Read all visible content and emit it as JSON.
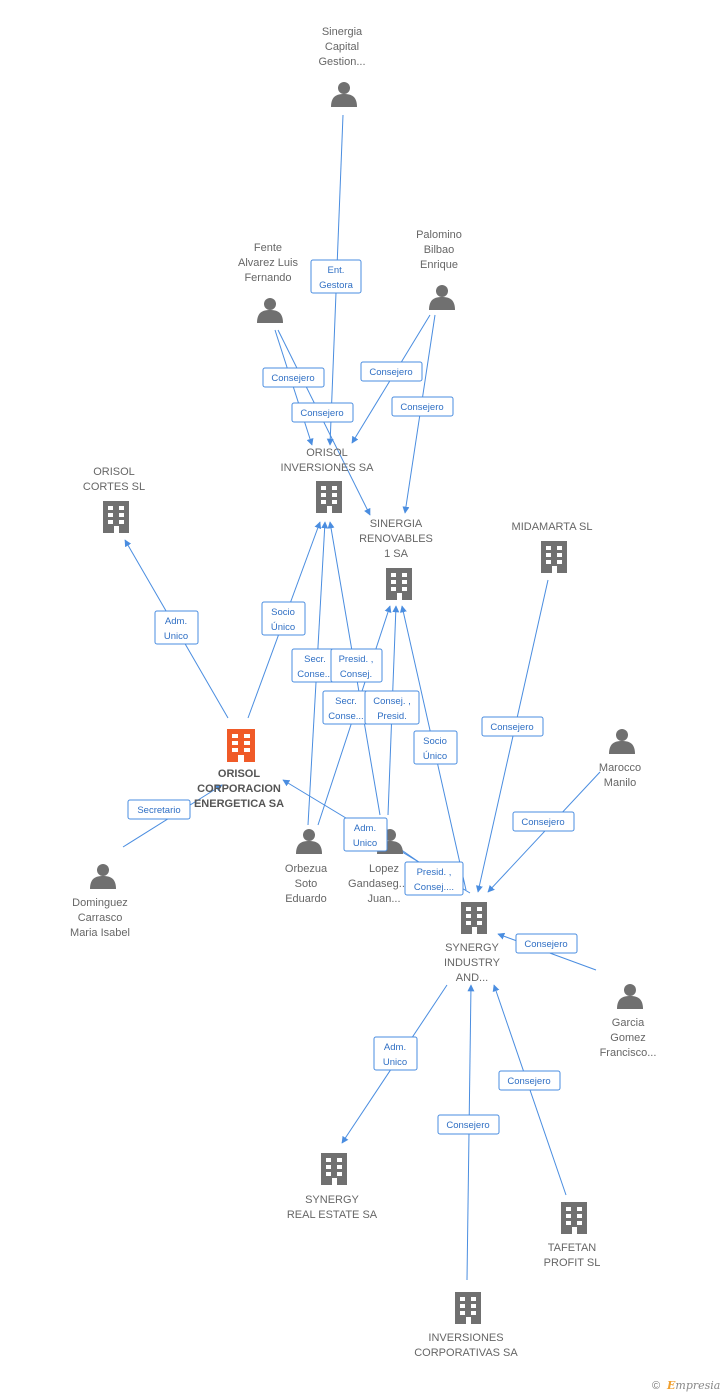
{
  "nodes": [
    {
      "id": "sinergia_capital",
      "type": "person",
      "lines": [
        "Sinergia",
        "Capital",
        "Gestion..."
      ]
    },
    {
      "id": "fente",
      "type": "person",
      "lines": [
        "Fente",
        "Alvarez Luis",
        "Fernando"
      ]
    },
    {
      "id": "palomino",
      "type": "person",
      "lines": [
        "Palomino",
        "Bilbao",
        "Enrique"
      ]
    },
    {
      "id": "orisol_inversiones",
      "type": "company",
      "lines": [
        "ORISOL",
        "INVERSIONES SA"
      ]
    },
    {
      "id": "orisol_cortes",
      "type": "company",
      "lines": [
        "ORISOL",
        "CORTES SL"
      ]
    },
    {
      "id": "sinergia_renovables",
      "type": "company",
      "lines": [
        "SINERGIA",
        "RENOVABLES",
        "1 SA"
      ]
    },
    {
      "id": "midamarta",
      "type": "company",
      "lines": [
        "MIDAMARTA SL"
      ]
    },
    {
      "id": "orisol_corporacion",
      "type": "company_main",
      "lines": [
        "ORISOL",
        "CORPORACION",
        "ENERGETICA SA"
      ]
    },
    {
      "id": "marocco",
      "type": "person",
      "lines": [
        "Marocco",
        "Manilo"
      ]
    },
    {
      "id": "dominguez",
      "type": "person",
      "lines": [
        "Dominguez",
        "Carrasco",
        "Maria Isabel"
      ]
    },
    {
      "id": "orbezua",
      "type": "person",
      "lines": [
        "Orbezua",
        "Soto",
        "Eduardo"
      ]
    },
    {
      "id": "lopez",
      "type": "person",
      "lines": [
        "Lopez",
        "Gandaseg...",
        "Juan..."
      ]
    },
    {
      "id": "synergy_industry",
      "type": "company",
      "lines": [
        "SYNERGY",
        "INDUSTRY",
        "AND..."
      ]
    },
    {
      "id": "garcia",
      "type": "person",
      "lines": [
        "Garcia",
        "Gomez",
        "Francisco..."
      ]
    },
    {
      "id": "synergy_real_estate",
      "type": "company",
      "lines": [
        "SYNERGY",
        "REAL ESTATE SA"
      ]
    },
    {
      "id": "tafetan",
      "type": "company",
      "lines": [
        "TAFETAN",
        "PROFIT  SL"
      ]
    },
    {
      "id": "inversiones_corporativas",
      "type": "company",
      "lines": [
        "INVERSIONES",
        "CORPORATIVAS SA"
      ]
    }
  ],
  "edges": [
    {
      "id": "e1",
      "lines": [
        "Ent.",
        "Gestora"
      ]
    },
    {
      "id": "e2",
      "lines": [
        "Consejero"
      ]
    },
    {
      "id": "e3",
      "lines": [
        "Consejero"
      ]
    },
    {
      "id": "e4",
      "lines": [
        "Consejero"
      ]
    },
    {
      "id": "e5",
      "lines": [
        "Consejero"
      ]
    },
    {
      "id": "e6",
      "lines": [
        "Adm.",
        "Unico"
      ]
    },
    {
      "id": "e7",
      "lines": [
        "Socio",
        "Único"
      ]
    },
    {
      "id": "e8",
      "lines": [
        "Secr.",
        "Conse..."
      ]
    },
    {
      "id": "e9",
      "lines": [
        "Presid. ,",
        "Consej."
      ]
    },
    {
      "id": "e10",
      "lines": [
        "Secr.",
        "Conse..."
      ]
    },
    {
      "id": "e11",
      "lines": [
        "Consej. ,",
        "Presid."
      ]
    },
    {
      "id": "e12",
      "lines": [
        "Socio",
        "Único"
      ]
    },
    {
      "id": "e13",
      "lines": [
        "Consejero"
      ]
    },
    {
      "id": "e14",
      "lines": [
        "Secretario"
      ]
    },
    {
      "id": "e15",
      "lines": [
        "Adm.",
        "Unico"
      ]
    },
    {
      "id": "e16",
      "lines": [
        "Presid. ,",
        "Consej...."
      ]
    },
    {
      "id": "e17",
      "lines": [
        "Consejero"
      ]
    },
    {
      "id": "e18",
      "lines": [
        "Consejero"
      ]
    },
    {
      "id": "e19",
      "lines": [
        "Adm.",
        "Unico"
      ]
    },
    {
      "id": "e20",
      "lines": [
        "Consejero"
      ]
    },
    {
      "id": "e21",
      "lines": [
        "Consejero"
      ]
    }
  ],
  "footer": {
    "copyright": "©",
    "brand_first": "E",
    "brand_rest": "mpresia"
  },
  "colors": {
    "edge": "#4a8de0",
    "icon": "#707070",
    "main_icon": "#f05a28"
  }
}
